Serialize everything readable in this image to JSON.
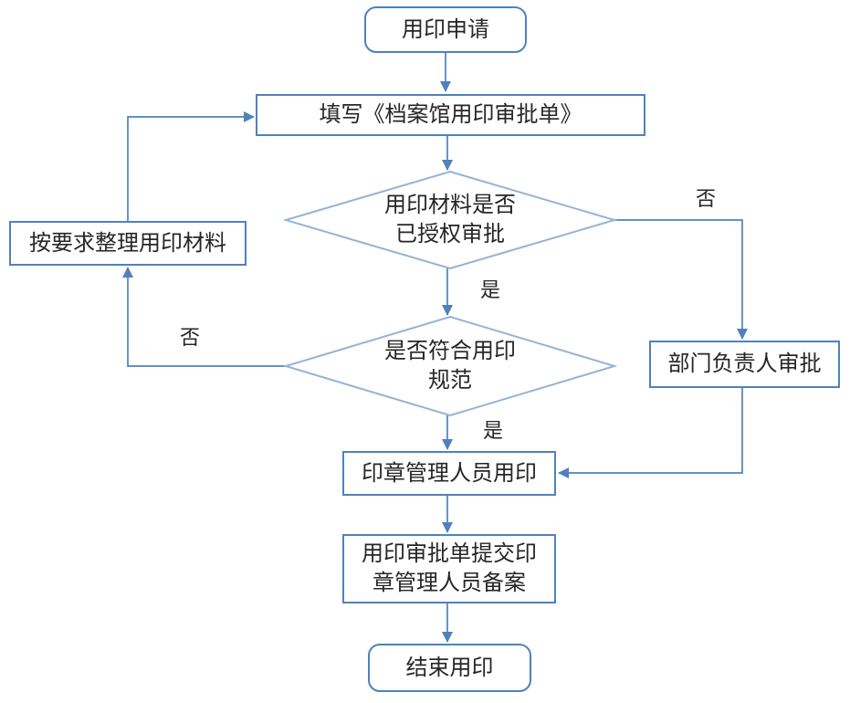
{
  "diagram": {
    "type": "flowchart",
    "language": "zh-CN",
    "colors": {
      "process_border": "#4F81BD",
      "terminator_border": "#4F81BD",
      "decision_border": "#95B3D7",
      "connector": "#4F81BD",
      "text": "#262626",
      "background": "#FFFFFF"
    },
    "nodes": {
      "start": {
        "type": "terminator",
        "label": "用印申请"
      },
      "fill_form": {
        "type": "process",
        "label": "填写《档案馆用印审批单》"
      },
      "decision_auth": {
        "type": "decision",
        "label": "用印材料是否\n已授权审批"
      },
      "organize": {
        "type": "process",
        "label": "按要求整理用印材料"
      },
      "decision_standard": {
        "type": "decision",
        "label": "是否符合用印\n规范"
      },
      "dept_approval": {
        "type": "process",
        "label": "部门负责人审批"
      },
      "seal_use": {
        "type": "process",
        "label": "印章管理人员用印"
      },
      "submit_record": {
        "type": "process",
        "label": "用印审批单提交印\n章管理人员备案"
      },
      "end": {
        "type": "terminator",
        "label": "结束用印"
      }
    },
    "edge_labels": {
      "auth_yes": "是",
      "auth_no": "否",
      "standard_yes": "是",
      "standard_no": "否"
    },
    "edges": [
      {
        "from": "start",
        "to": "fill_form",
        "label": ""
      },
      {
        "from": "fill_form",
        "to": "decision_auth",
        "label": ""
      },
      {
        "from": "decision_auth",
        "to": "decision_standard",
        "label": "是"
      },
      {
        "from": "decision_auth",
        "to": "dept_approval",
        "label": "否"
      },
      {
        "from": "decision_standard",
        "to": "seal_use",
        "label": "是"
      },
      {
        "from": "decision_standard",
        "to": "organize",
        "label": "否"
      },
      {
        "from": "organize",
        "to": "fill_form",
        "label": ""
      },
      {
        "from": "dept_approval",
        "to": "seal_use",
        "label": ""
      },
      {
        "from": "seal_use",
        "to": "submit_record",
        "label": ""
      },
      {
        "from": "submit_record",
        "to": "end",
        "label": ""
      }
    ]
  }
}
